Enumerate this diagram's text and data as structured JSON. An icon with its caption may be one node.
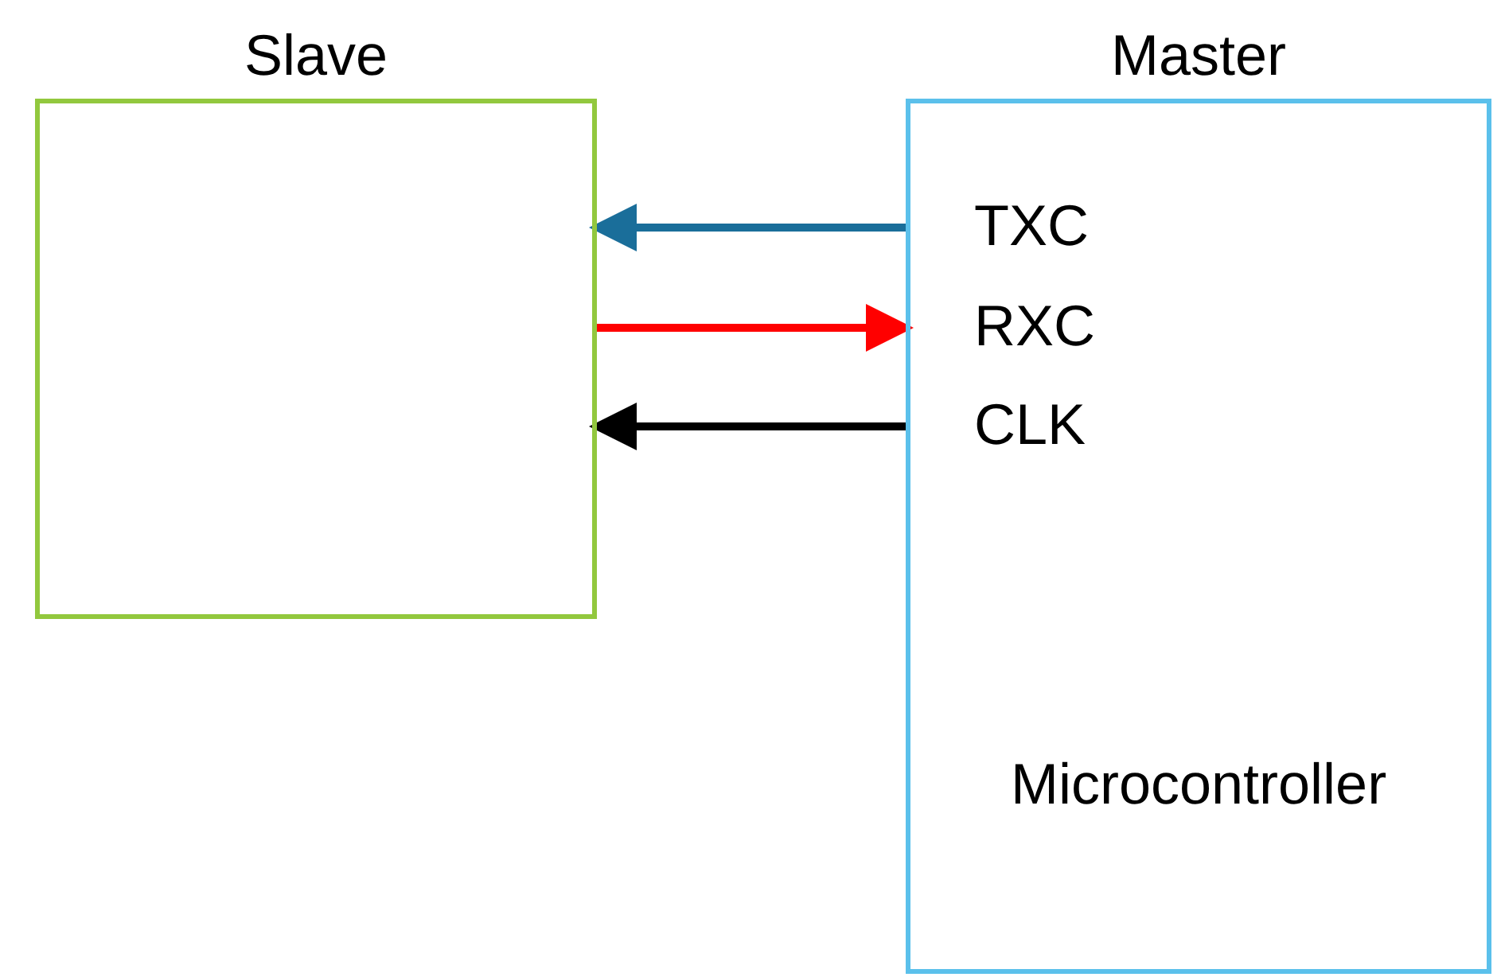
{
  "diagram": {
    "nodes": [
      {
        "text": [
          "Slave"
        ]
      },
      {
        "text": [
          "Master",
          "Microcontroller"
        ]
      }
    ],
    "edges": [
      {
        "from": 1,
        "to": 0,
        "arrow": "to",
        "color": "#1a6e9a"
      },
      {
        "from": 0,
        "to": 1,
        "arrow": "to",
        "color": "#ff0000"
      },
      {
        "from": 1,
        "to": 0,
        "arrow": "to",
        "color": "#000000"
      }
    ],
    "labels": [
      "TXC",
      "RXC",
      "CLK"
    ]
  }
}
